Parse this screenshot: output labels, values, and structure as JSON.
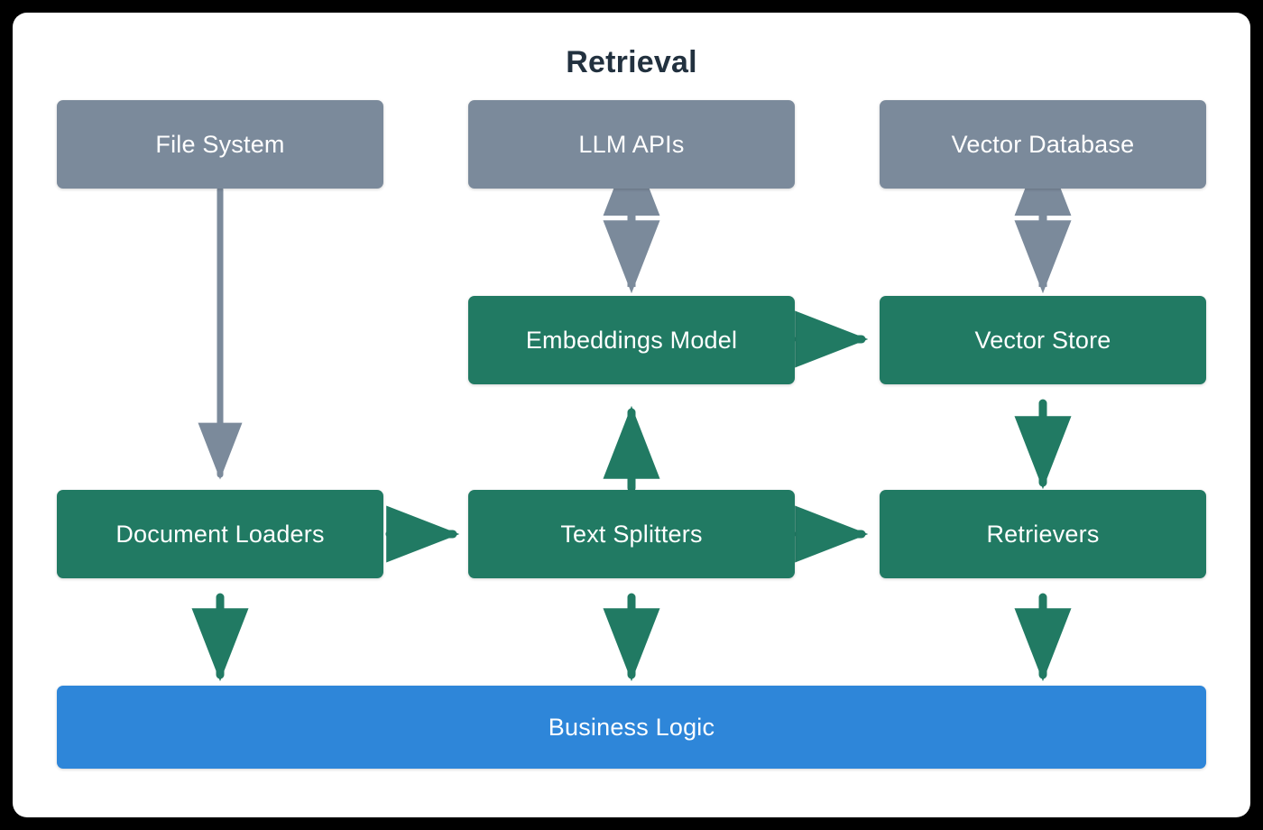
{
  "diagram": {
    "title": "Retrieval",
    "type": "flowchart",
    "colors": {
      "external": "#7b8a9b",
      "component": "#217a63",
      "consumer": "#2e86d9",
      "title_text": "#22313f",
      "node_text": "#ffffff",
      "canvas": "#ffffff",
      "frame": "#000000"
    },
    "nodes": [
      {
        "id": "file-system",
        "label": "File System",
        "kind": "external",
        "row": 1,
        "column": 1
      },
      {
        "id": "llm-apis",
        "label": "LLM APIs",
        "kind": "external",
        "row": 1,
        "column": 2
      },
      {
        "id": "vector-database",
        "label": "Vector Database",
        "kind": "external",
        "row": 1,
        "column": 3
      },
      {
        "id": "embeddings-model",
        "label": "Embeddings Model",
        "kind": "component",
        "row": 2,
        "column": 2
      },
      {
        "id": "vector-store",
        "label": "Vector Store",
        "kind": "component",
        "row": 2,
        "column": 3
      },
      {
        "id": "document-loaders",
        "label": "Document Loaders",
        "kind": "component",
        "row": 3,
        "column": 1
      },
      {
        "id": "text-splitters",
        "label": "Text Splitters",
        "kind": "component",
        "row": 3,
        "column": 2
      },
      {
        "id": "retrievers",
        "label": "Retrievers",
        "kind": "component",
        "row": 3,
        "column": 3
      },
      {
        "id": "business-logic",
        "label": "Business Logic",
        "kind": "consumer",
        "row": 4,
        "column": "full"
      }
    ],
    "edges": [
      {
        "id": "file-system-to-document-loaders",
        "from": "file-system",
        "to": "document-loaders",
        "direction": "down",
        "color": "#7b8a9b"
      },
      {
        "id": "llm-apis-embeddings-model",
        "from": "llm-apis",
        "to": "embeddings-model",
        "direction": "bidirectional",
        "color": "#7b8a9b"
      },
      {
        "id": "vector-database-vector-store",
        "from": "vector-database",
        "to": "vector-store",
        "direction": "bidirectional",
        "color": "#7b8a9b"
      },
      {
        "id": "embeddings-model-to-vector-store",
        "from": "embeddings-model",
        "to": "vector-store",
        "direction": "right",
        "color": "#217a63"
      },
      {
        "id": "text-splitters-to-embeddings-model",
        "from": "text-splitters",
        "to": "embeddings-model",
        "direction": "up",
        "color": "#217a63"
      },
      {
        "id": "document-loaders-to-text-splitters",
        "from": "document-loaders",
        "to": "text-splitters",
        "direction": "right",
        "color": "#217a63"
      },
      {
        "id": "text-splitters-to-retrievers",
        "from": "text-splitters",
        "to": "retrievers",
        "direction": "right",
        "color": "#217a63"
      },
      {
        "id": "vector-store-to-retrievers",
        "from": "vector-store",
        "to": "retrievers",
        "direction": "down",
        "color": "#217a63"
      },
      {
        "id": "document-loaders-to-business-logic",
        "from": "document-loaders",
        "to": "business-logic",
        "direction": "down",
        "color": "#217a63"
      },
      {
        "id": "text-splitters-to-business-logic",
        "from": "text-splitters",
        "to": "business-logic",
        "direction": "down",
        "color": "#217a63"
      },
      {
        "id": "retrievers-to-business-logic",
        "from": "retrievers",
        "to": "business-logic",
        "direction": "down",
        "color": "#217a63"
      }
    ]
  }
}
